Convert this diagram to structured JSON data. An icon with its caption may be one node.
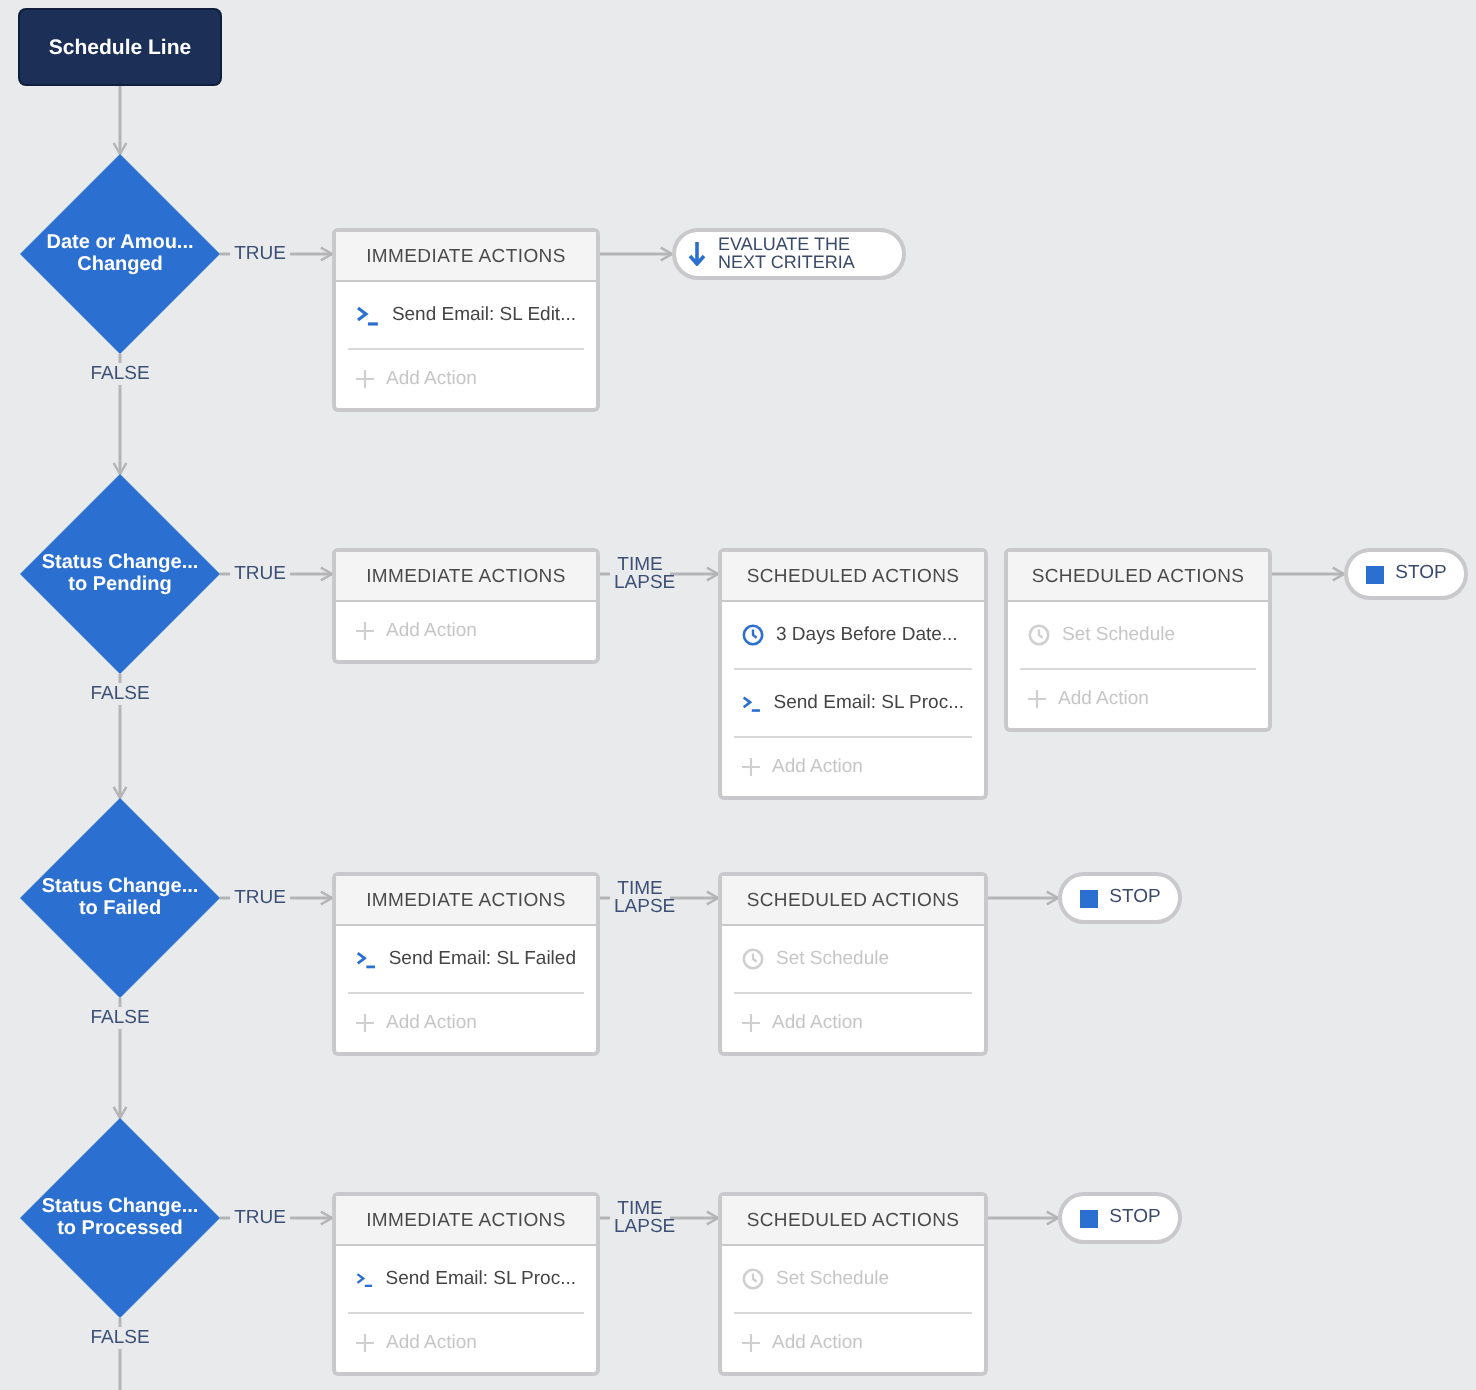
{
  "diagram": {
    "nodes": [
      {
        "text": [
          "Schedule Line"
        ]
      },
      {
        "text": [
          "Date or Amou... Changed"
        ]
      },
      {
        "text": [
          "IMMEDIATE ACTIONS",
          "Send Email: SL Edit...",
          "Add Action"
        ]
      },
      {
        "text": [
          "EVALUATE THE NEXT CRITERIA"
        ]
      },
      {
        "text": [
          "Status Change... to Pending"
        ]
      },
      {
        "text": [
          "IMMEDIATE ACTIONS",
          "Add Action"
        ]
      },
      {
        "text": [
          "SCHEDULED ACTIONS",
          "3 Days Before Date...",
          "Send Email: SL Proc...",
          "Add Action"
        ]
      },
      {
        "text": [
          "SCHEDULED ACTIONS",
          "Set Schedule",
          "Add Action"
        ]
      },
      {
        "text": [
          "STOP"
        ]
      },
      {
        "text": [
          "Status Change... to Failed"
        ]
      },
      {
        "text": [
          "IMMEDIATE ACTIONS",
          "Send Email: SL Failed",
          "Add Action"
        ]
      },
      {
        "text": [
          "SCHEDULED ACTIONS",
          "Set Schedule",
          "Add Action"
        ]
      },
      {
        "text": [
          "STOP"
        ]
      },
      {
        "text": [
          "Status Change... to Processed"
        ]
      },
      {
        "text": [
          "IMMEDIATE ACTIONS",
          "Send Email: SL Proc...",
          "Add Action"
        ]
      },
      {
        "text": [
          "SCHEDULED ACTIONS",
          "Set Schedule",
          "Add Action"
        ]
      },
      {
        "text": [
          "STOP"
        ]
      }
    ],
    "edges": [
      {
        "from": 0,
        "to": 1,
        "arrow": "to"
      },
      {
        "from": 1,
        "to": 2,
        "arrow": "to",
        "label": "TRUE"
      },
      {
        "from": 2,
        "to": 3,
        "arrow": "to"
      },
      {
        "from": 1,
        "to": 4,
        "arrow": "to",
        "label": "FALSE"
      },
      {
        "from": 4,
        "to": 5,
        "arrow": "to",
        "label": "TRUE"
      },
      {
        "from": 5,
        "to": 6,
        "arrow": "to",
        "label": "TIME LAPSE"
      },
      {
        "from": 7,
        "to": 8,
        "arrow": "to"
      },
      {
        "from": 4,
        "to": 9,
        "arrow": "to",
        "label": "FALSE"
      },
      {
        "from": 9,
        "to": 10,
        "arrow": "to",
        "label": "TRUE"
      },
      {
        "from": 10,
        "to": 11,
        "arrow": "to",
        "label": "TIME LAPSE"
      },
      {
        "from": 11,
        "to": 12,
        "arrow": "to"
      },
      {
        "from": 9,
        "to": 13,
        "arrow": "to",
        "label": "FALSE"
      },
      {
        "from": 13,
        "to": 14,
        "arrow": "to",
        "label": "TRUE"
      },
      {
        "from": 14,
        "to": 15,
        "arrow": "to",
        "label": "TIME LAPSE"
      },
      {
        "from": 15,
        "to": 16,
        "arrow": "to"
      },
      {
        "from": 13,
        "to": null,
        "arrow": "none",
        "label": "FALSE"
      }
    ]
  }
}
